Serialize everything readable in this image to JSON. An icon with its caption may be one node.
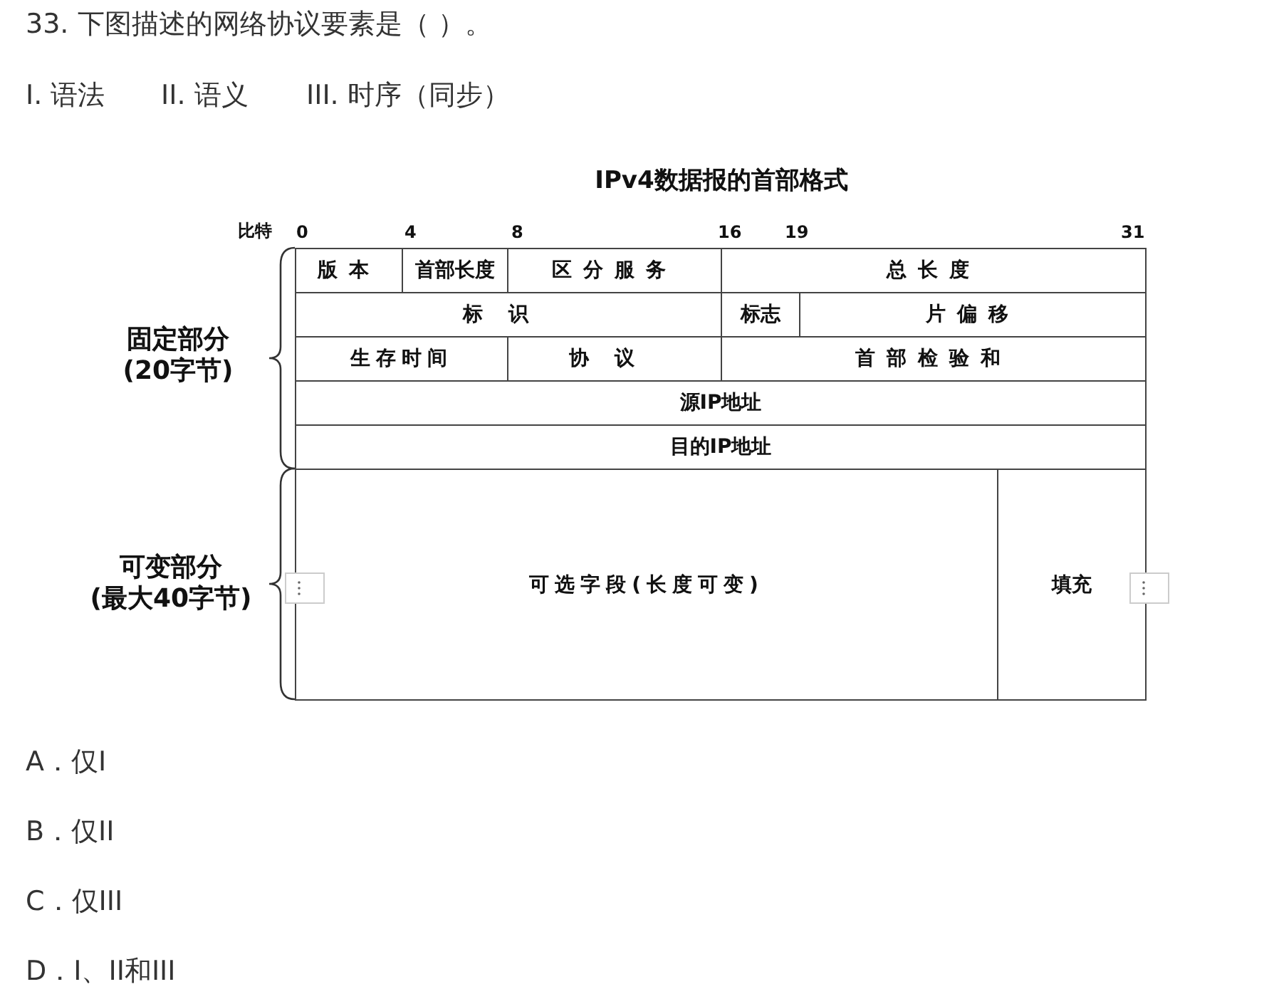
{
  "diagram": {
    "title": "IPv4数据报的首部格式",
    "nodes": [
      {
        "text": [
          "版本"
        ]
      },
      {
        "text": [
          "首部长度"
        ]
      },
      {
        "text": [
          "区分服务"
        ]
      },
      {
        "text": [
          "总长度"
        ]
      },
      {
        "text": [
          "标识"
        ]
      },
      {
        "text": [
          "标志"
        ]
      },
      {
        "text": [
          "片偏移"
        ]
      },
      {
        "text": [
          "生存时间"
        ]
      },
      {
        "text": [
          "协议"
        ]
      },
      {
        "text": [
          "首部检验和"
        ]
      },
      {
        "text": [
          "源IP地址"
        ]
      },
      {
        "text": [
          "目的IP地址"
        ]
      },
      {
        "text": [
          "可选字段(长度可变)"
        ]
      },
      {
        "text": [
          "填充"
        ]
      }
    ],
    "labels": [
      "33. 下图描述的网络协议要素是（ ）。",
      "I. 语法",
      "II. 语义",
      "III. 时序（同步）",
      "比特",
      "0",
      "4",
      "8",
      "16",
      "19",
      "31",
      "固定部分(20字节)",
      "可变部分(最大40字节)",
      "A．仅I",
      "B．仅II",
      "C．仅III",
      "D．I、II和III"
    ]
  }
}
